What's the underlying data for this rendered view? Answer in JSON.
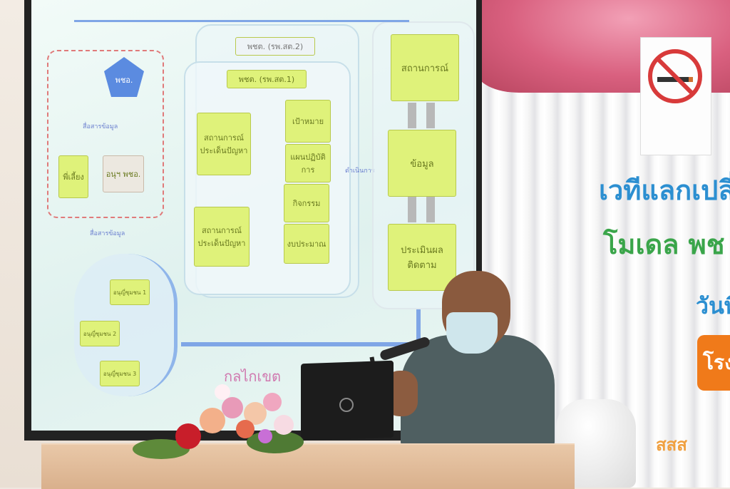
{
  "slide": {
    "pentagon_label": "พชอ.",
    "top_tab": "พชต. (รพ.สต.2)",
    "mid_tab": "พชต. (รพ.สต.1)",
    "left_box_1": "พี่เลี้ยง",
    "left_box_2": "อนุฯ พชอ.",
    "tag_top": "สื่อสารข้อมูล",
    "tag_bottom": "สื่อสารข้อมูล",
    "tag_center": "ดำเนินการ",
    "situation_1": "สถานการณ์ ประเด็นปัญหา",
    "situation_2": "สถานการณ์ ประเด็นปัญหา",
    "goal": "เป้าหมาย",
    "plan": "แผนปฏิบัติการ",
    "activity": "กิจกรรม",
    "budget": "งบประมาณ",
    "right_1": "สถานการณ์",
    "right_2": "ข้อมูล",
    "right_3": "ประเมินผล ติดตาม",
    "circle_1": "อนุญี่ชุมชน 1",
    "circle_2": "อนุญี่ชุมชน 2",
    "circle_3": "อนุญี่ชุมชน 3",
    "footer_text": "กลไกเขต"
  },
  "banner": {
    "line1": "เวทีแลกเปลี่",
    "line2": "โมเดล พช",
    "line3": "วันที่",
    "tag": "โรง",
    "logo": "สสส"
  },
  "colors": {
    "slide_box": "#dff27a",
    "banner_blue": "#2c8fd1",
    "banner_green": "#3aa54a",
    "orange_tag": "#f07a1a"
  }
}
